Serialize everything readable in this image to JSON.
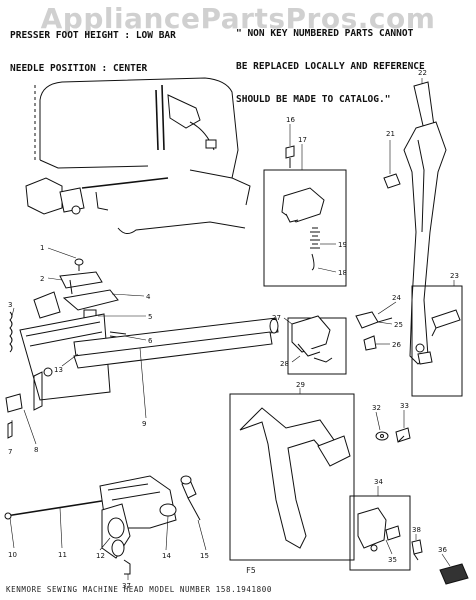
{
  "watermark": "AppliancePartsPros.com",
  "header_left": [
    "PRESSER FOOT HEIGHT : LOW BAR",
    "NEEDLE POSITION : CENTER"
  ],
  "header_right": [
    "\" NON KEY NUMBERED PARTS CANNOT",
    "BE REPLACED LOCALLY AND REFERENCE",
    "SHOULD BE MADE TO CATALOG.\""
  ],
  "footer": "KENMORE SEWING MACHINE HEAD MODEL NUMBER 158.1941800",
  "figure": "F5",
  "callouts": [
    "1",
    "2",
    "3",
    "4",
    "5",
    "6",
    "7",
    "8",
    "9",
    "10",
    "11",
    "12",
    "13",
    "14",
    "15",
    "16",
    "17",
    "18",
    "19",
    "21",
    "22",
    "23",
    "24",
    "25",
    "26",
    "27",
    "28",
    "29",
    "32",
    "33",
    "34",
    "35",
    "36",
    "37",
    "38"
  ]
}
